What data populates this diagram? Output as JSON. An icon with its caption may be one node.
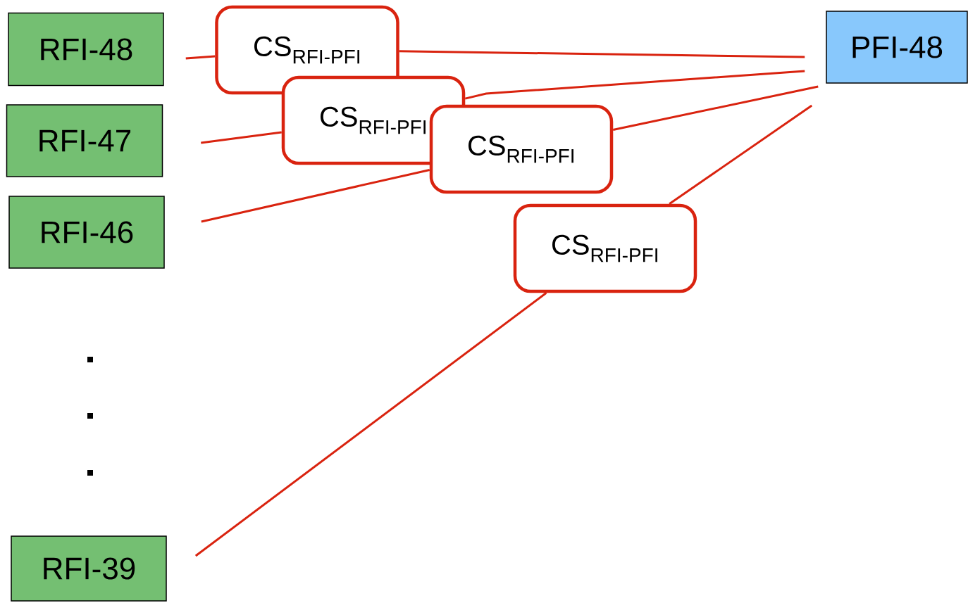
{
  "diagram": {
    "nodes": [
      {
        "text": [
          "RFI-48"
        ]
      },
      {
        "text": [
          "RFI-47"
        ]
      },
      {
        "text": [
          "RFI-46"
        ]
      },
      {
        "text": [
          "RFI-39"
        ]
      },
      {
        "text": [
          "PFI-48"
        ]
      },
      {
        "text": [
          "CS$_{RFI-PFI}$"
        ]
      },
      {
        "text": [
          "CS$_{RFI-PFI}$"
        ]
      },
      {
        "text": [
          "CS$_{RFI-PFI}$"
        ]
      },
      {
        "text": [
          "CS$_{RFI-PFI}$"
        ]
      }
    ],
    "edges": [
      {
        "from": 0,
        "to": 5,
        "arrow": "none"
      },
      {
        "from": 5,
        "to": 4,
        "arrow": "none"
      },
      {
        "from": 1,
        "to": 6,
        "arrow": "none"
      },
      {
        "from": 6,
        "to": 4,
        "arrow": "none"
      },
      {
        "from": 2,
        "to": 7,
        "arrow": "none"
      },
      {
        "from": 7,
        "to": 4,
        "arrow": "none"
      },
      {
        "from": 3,
        "to": 8,
        "arrow": "none"
      },
      {
        "from": 8,
        "to": 4,
        "arrow": "none"
      }
    ]
  }
}
